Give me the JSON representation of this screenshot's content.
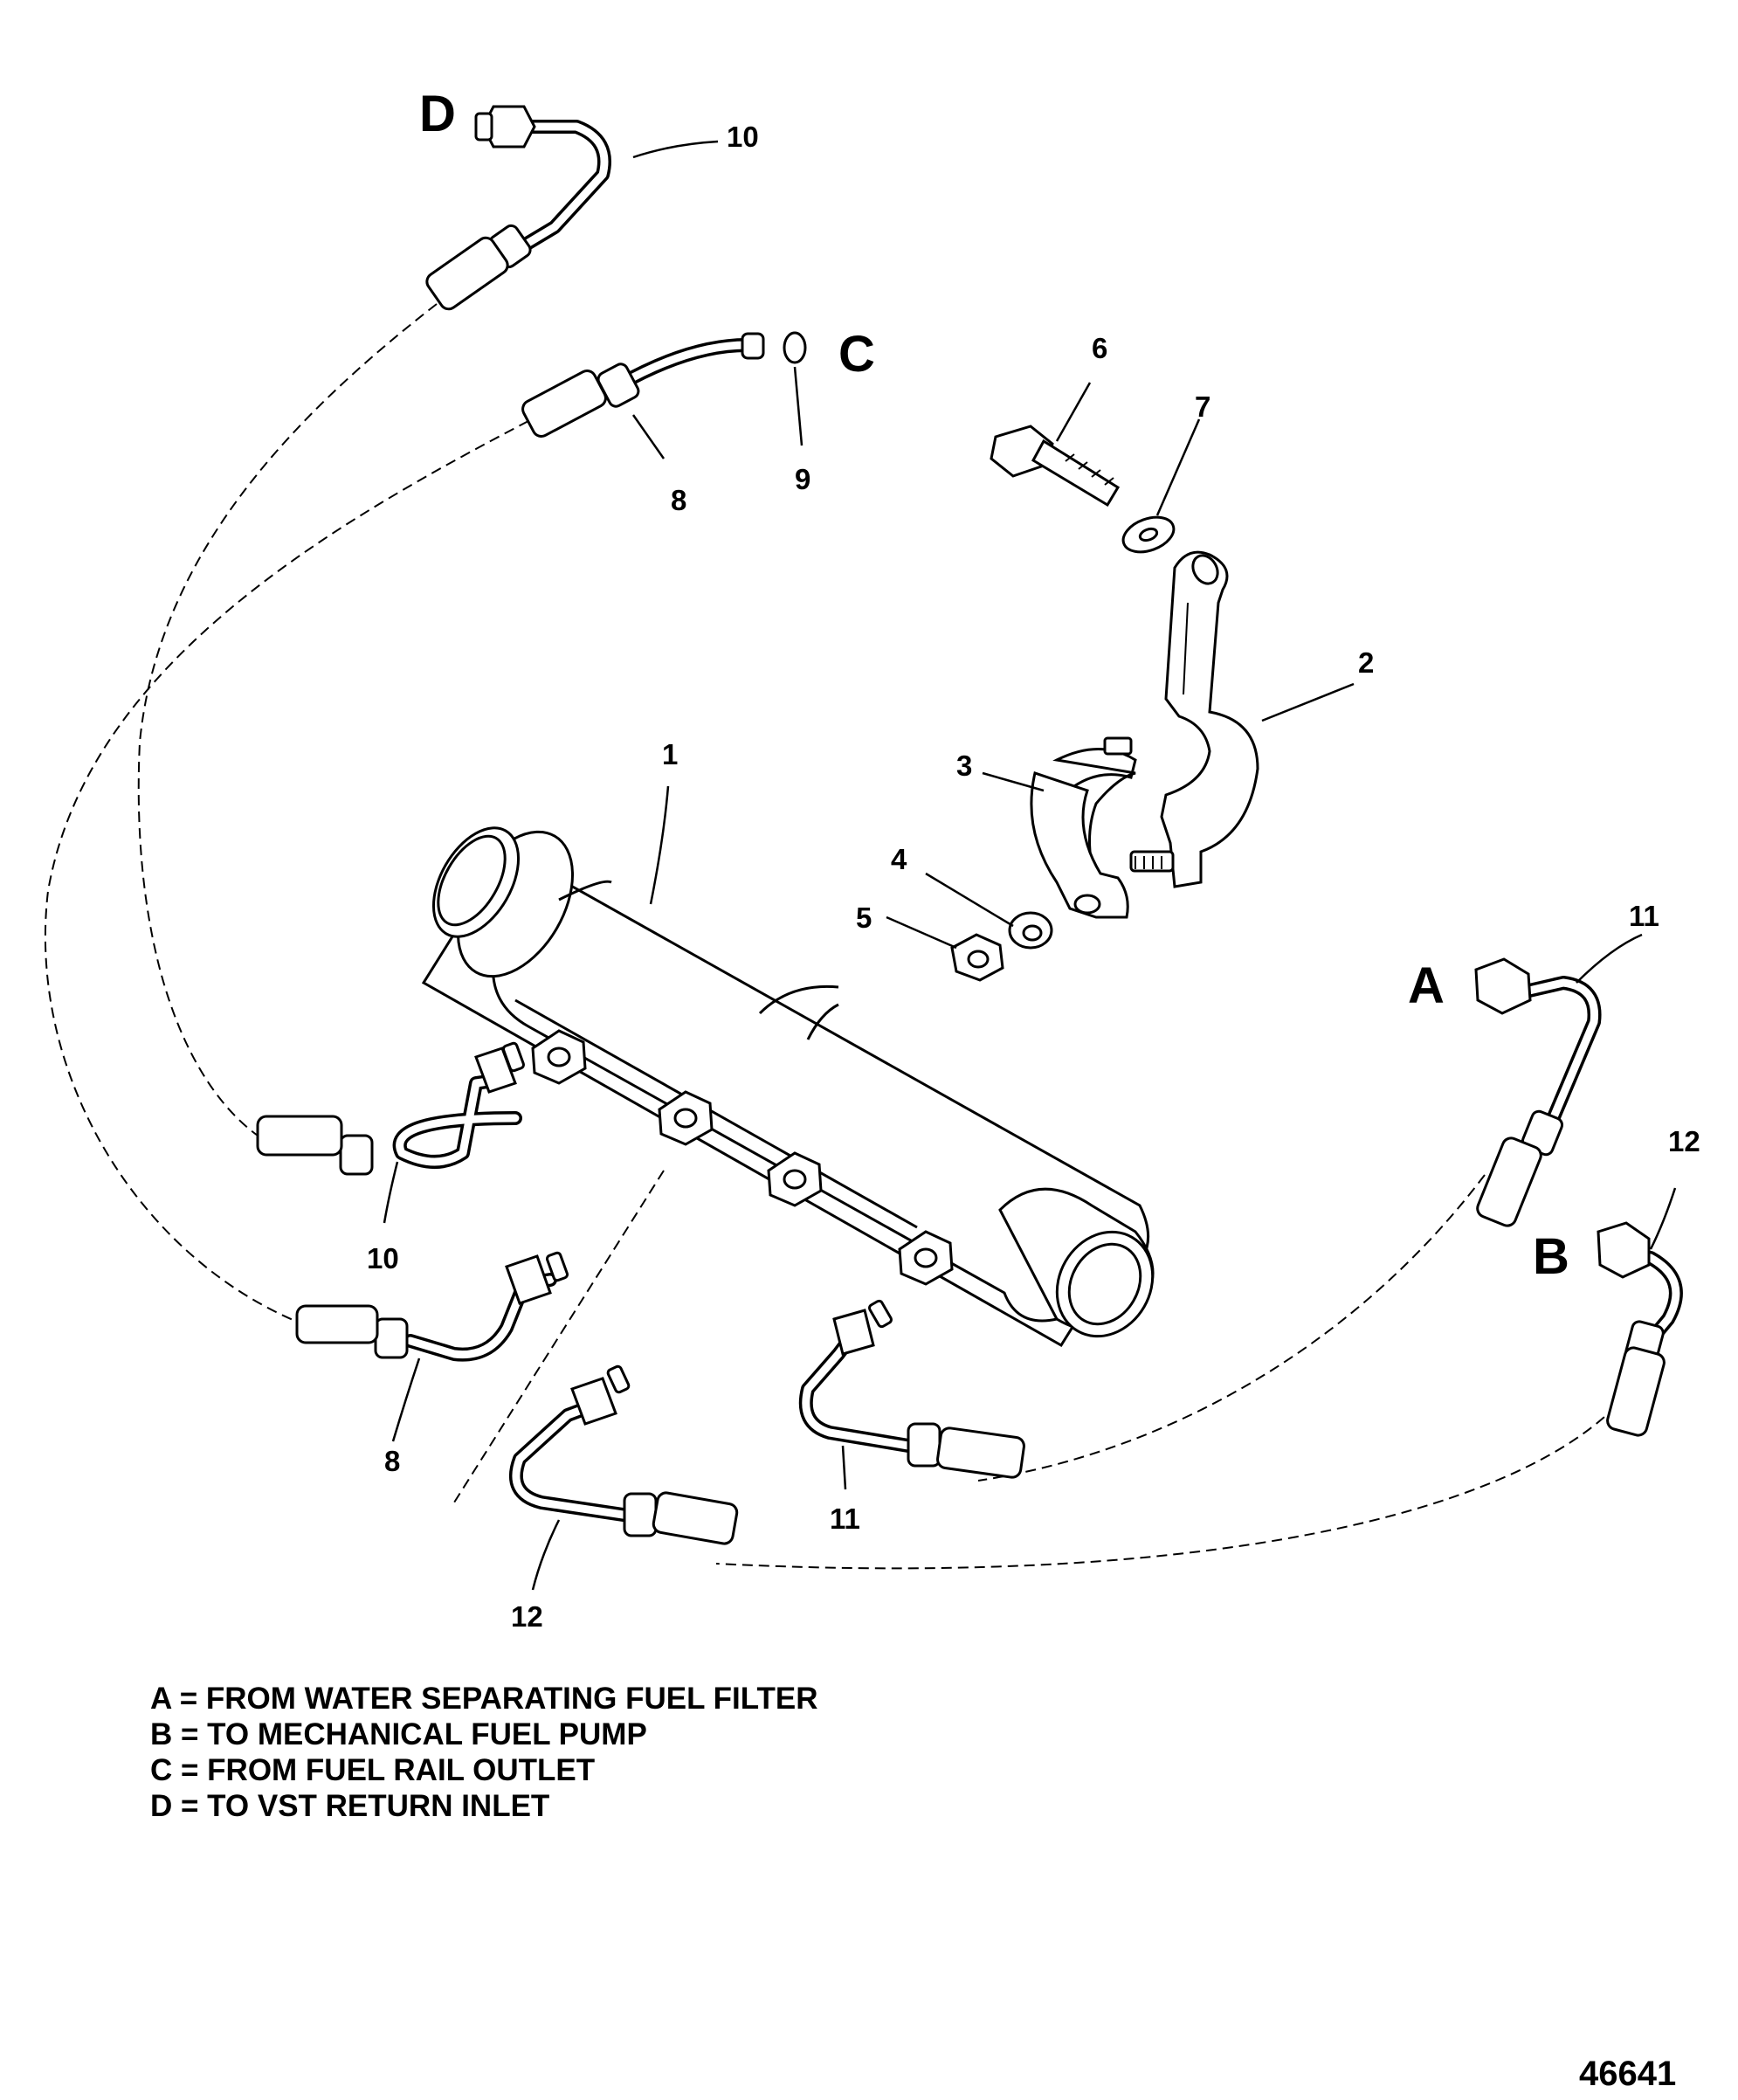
{
  "callouts": {
    "n1": "1",
    "n2": "2",
    "n3": "3",
    "n4": "4",
    "n5": "5",
    "n6": "6",
    "n7": "7",
    "n8_top": "8",
    "n8_bottom": "8",
    "n9": "9",
    "n10_top": "10",
    "n10_bottom": "10",
    "n11_right": "11",
    "n11_bottom": "11",
    "n12_right": "12",
    "n12_bottom": "12"
  },
  "connection_letters": {
    "a": "A",
    "b": "B",
    "c": "C",
    "d": "D"
  },
  "legend": [
    "A = FROM WATER SEPARATING FUEL FILTER",
    "B = TO MECHANICAL FUEL PUMP",
    "C = FROM FUEL RAIL OUTLET",
    "D = TO VST RETURN INLET"
  ],
  "drawing_number": "46641",
  "icons": {
    "fuel_cooler": "fuel-cooler-icon",
    "bracket": "mounting-bracket-icon",
    "clamp": "clamp-icon",
    "bolt": "bolt-icon",
    "washer": "washer-icon",
    "nut": "nut-icon",
    "hose": "fuel-hose-icon",
    "o_ring": "o-ring-icon"
  }
}
